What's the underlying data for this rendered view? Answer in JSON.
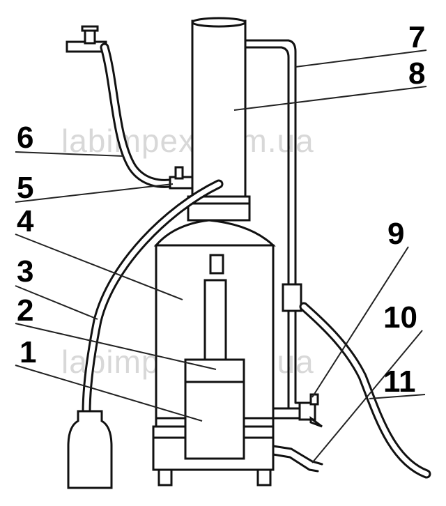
{
  "watermark": "labimpex.com.ua",
  "labels": [
    "1",
    "2",
    "3",
    "4",
    "5",
    "6",
    "7",
    "8",
    "9",
    "10",
    "11"
  ]
}
